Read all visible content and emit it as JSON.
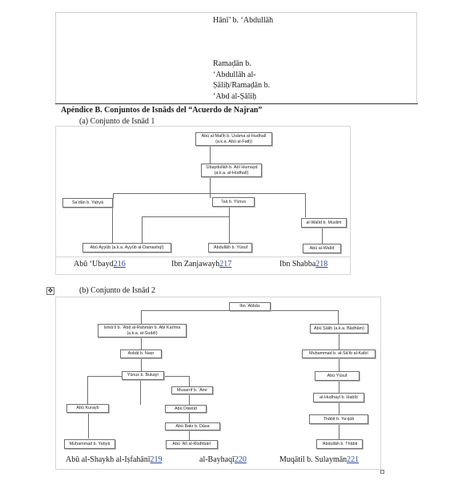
{
  "top_cell": {
    "line1": "Hānī’ b. ‘Abdullāh",
    "line2": "Ramaḍān b.",
    "line3": "‘Abdullāh al-",
    "line4": "Ṣāliḥ/Ramaḍān b.",
    "line5": "‘Abd al-Ṣāliḥ"
  },
  "appendix_title": "Apéndice B. Conjuntos de Isnāds del “Acuerdo de Najran”",
  "set1": {
    "caption": "(a) Conjunto de Isnād 1",
    "nodes": {
      "n1": "Abū al-Malīḥ b. Usāma al-Hudhalī (a.k.a. Abū al-Fatḥ)",
      "n2": "‘Ubaydullāh b. Abī Ḥumayd (a.k.a. al-Hudhalī)",
      "n3": "Sa‘dān b. Yaḥyā",
      "n4": "‘Īsā b. Yūnus",
      "n5": "al-Walīd b. Muslim",
      "n6": "Abū Ayyūb (a.k.a. Ayyūb al-Damashqī)",
      "n7": "‘Abdullāh b. Yūsuf",
      "n8": "Abū al-Walīd"
    },
    "citations": [
      {
        "name": "Abū ‘Ubayd",
        "ref": "216"
      },
      {
        "name": "Ibn Zanjawayh",
        "ref": "217"
      },
      {
        "name": "Ibn Shabba",
        "ref": "218"
      }
    ]
  },
  "set2": {
    "caption": "(b) Conjunto de Isnād 2",
    "nodes": {
      "m1": "Ibn ‘Abbās",
      "m2": "Ismā‘īl b. ‘Abd al-Raḥmān b. Abī Karīma (a.k.a. al-Suddī)",
      "m3": "Abū Ṣāliḥ (a.k.a. Bādhām)",
      "m4": "Asbāṭ b. Naṣr",
      "m5": "Muḥammad b. al-Sā’ib al-Kalbī",
      "m6": "Yūnus b. Bukayr",
      "m7": "Abū Yūsuf",
      "m8": "Musarrif b. ‘Amr",
      "m9": "al-Hudhayl b. Ḥabīb",
      "m10": "Abū Kurayb",
      "m11": "Abū Dāwūd",
      "m12": "Thābit b. Ya‘qūb",
      "m13": "Abū Bakr b. Dāsa",
      "m14": "Muḥammad b. Yaḥyā",
      "m15": "Abū ‘Alī al-Rūdhbārī",
      "m16": "‘Abdullāh b. Thābit"
    },
    "citations": [
      {
        "name": "Abū al-Shaykh al-Iṣfahānī",
        "ref": "219"
      },
      {
        "name": "al-Bayhaqī",
        "ref": "220"
      },
      {
        "name": "Muqātil b. Sulaymān",
        "ref": "221"
      }
    ]
  },
  "icons": {
    "move_handle": "move-icon",
    "resize_handle": "resize-handle-icon"
  }
}
